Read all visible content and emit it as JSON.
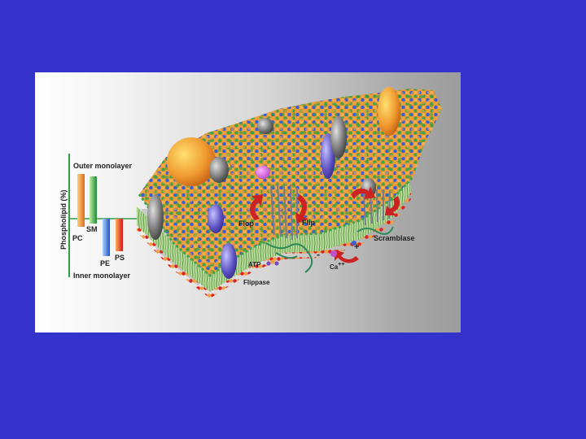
{
  "colors": {
    "slide_background": "#3333cc",
    "axis_line": "#2f9e44",
    "enzyme_arrow": "#cc2222",
    "lipid_orange": "#f0a040",
    "lipid_green": "#3aa64a",
    "lipid_blue": "#3a5fd0",
    "lipid_red": "#dd2222"
  },
  "chart": {
    "y_axis_label": "Phospholipid (%)",
    "outer_label": "Outer monolayer",
    "inner_label": "Inner monolayer",
    "bar_labels": {
      "pc": "PC",
      "sm": "SM",
      "pe": "PE",
      "ps": "PS"
    }
  },
  "membrane": {
    "flop_label": "Flop",
    "flip_label": "Flip",
    "scramblase_label": "Scramblase",
    "atp_label": "ATP",
    "flippase_label": "Flippase",
    "calcium_label": "Ca",
    "calcium_charge": "++",
    "plus_sign": "+",
    "minus_sign": "-"
  },
  "icons": [
    "flop-arrow-icon",
    "flip-arrow-icon",
    "scramblase-arrow-icon",
    "atp-molecule-icon",
    "calcium-ion-icon"
  ]
}
